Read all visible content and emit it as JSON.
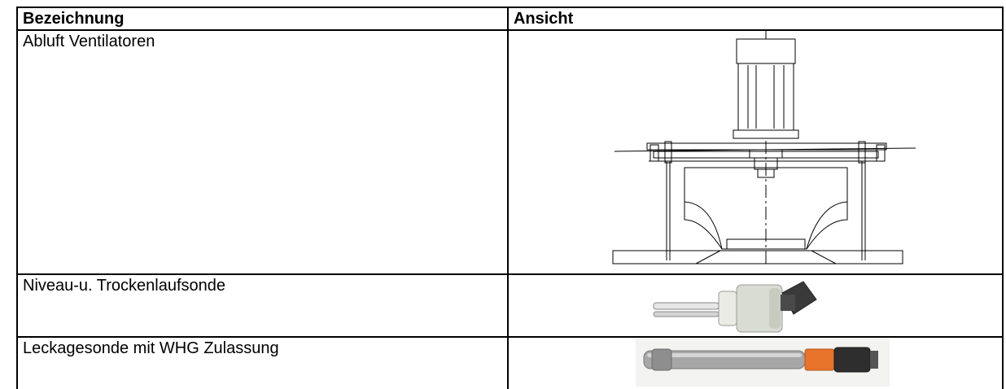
{
  "table": {
    "headers": {
      "name": "Bezeichnung",
      "view": "Ansicht"
    },
    "rows": [
      {
        "name": "Abluft Ventilatoren",
        "view_icon": "exhaust-fan-drawing"
      },
      {
        "name": "Niveau-u. Trockenlaufsonde",
        "view_icon": "level-dry-run-probe-photo"
      },
      {
        "name": "Leckagesonde mit WHG Zulassung",
        "view_icon": "leakage-probe-photo"
      }
    ]
  },
  "colors": {
    "line": "#000000",
    "background": "#ffffff",
    "probe_body": "#d9dcd2",
    "connector": "#3a3a3a",
    "leak_accent": "#e8732a",
    "leak_tube": "#9a9a9a"
  }
}
